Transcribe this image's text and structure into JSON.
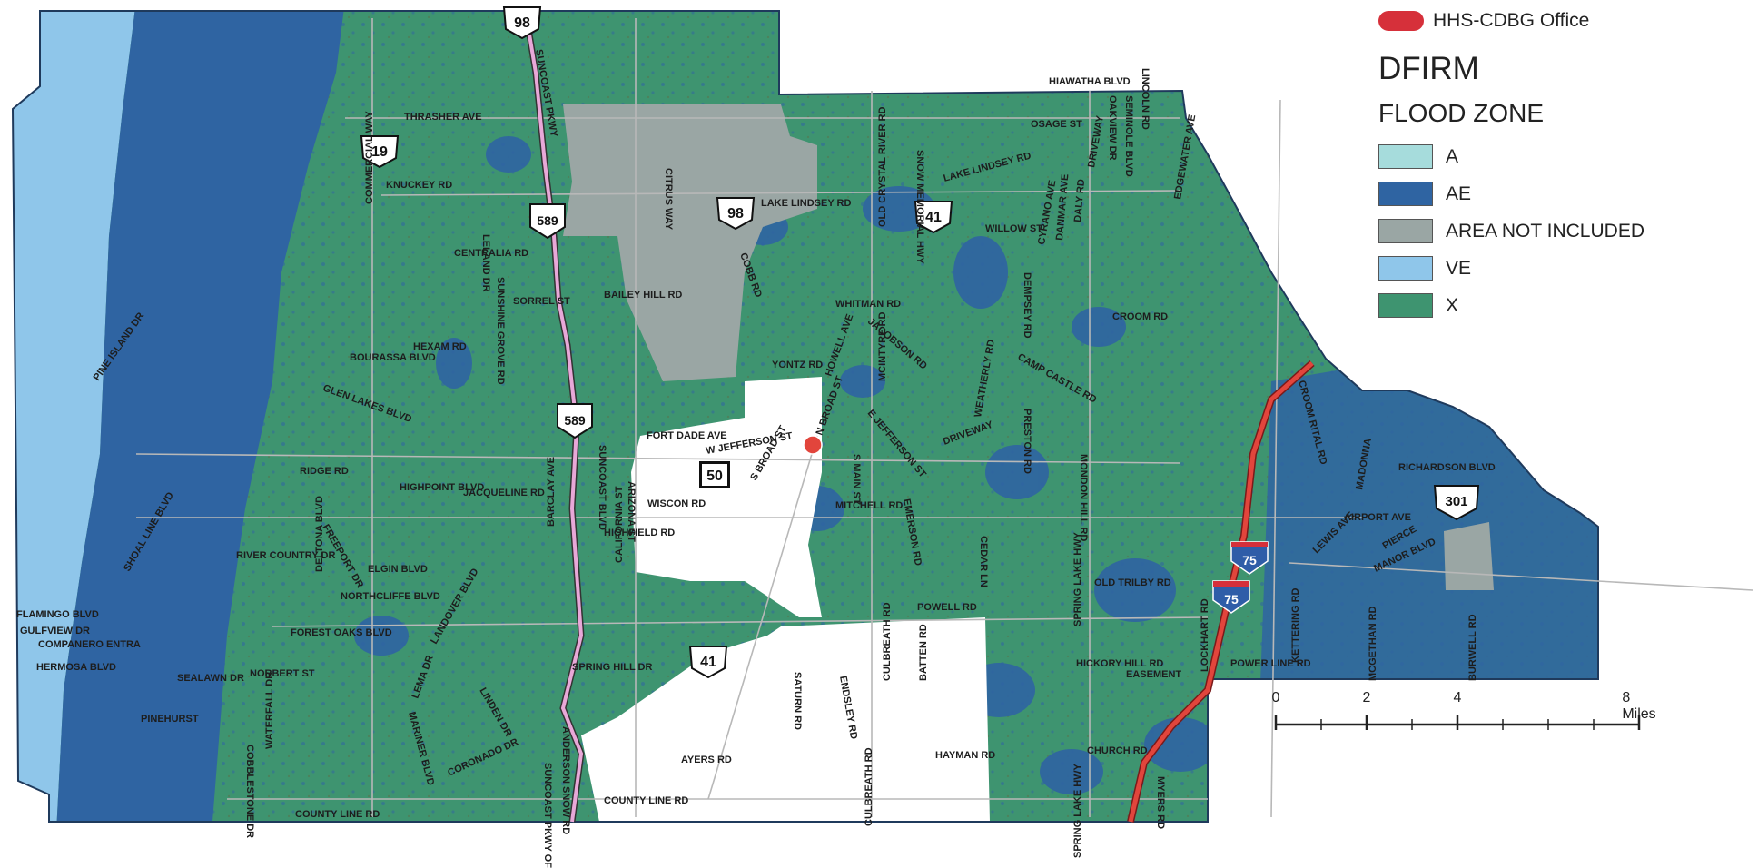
{
  "legend": {
    "office_label": "HHS-CDBG Office",
    "title": "DFIRM",
    "subtitle": "FLOOD ZONE",
    "zones": [
      {
        "label": "A",
        "color": "#a6dcdc"
      },
      {
        "label": "AE",
        "color": "#2f64a2"
      },
      {
        "label": "AREA NOT INCLUDED",
        "color": "#9aa6a4"
      },
      {
        "label": "VE",
        "color": "#8fc6ea"
      },
      {
        "label": "X",
        "color": "#3e9470"
      }
    ]
  },
  "scale_bar": {
    "ticks": [
      "0",
      "2",
      "4",
      "8 Miles"
    ]
  },
  "shields": {
    "us98_north": "98",
    "us98_mid": "98",
    "us19": "19",
    "sr589_north": "589",
    "sr589_south": "589",
    "us41_north": "41",
    "us41_south": "41",
    "sr50": "50",
    "us301": "301",
    "i75_north": "75",
    "i75_south": "75"
  },
  "roads": {
    "thrasher_ave": "THRASHER AVE",
    "knuckey_rd": "KNUCKEY RD",
    "centralia_rd": "CENTRALIA RD",
    "leland_dr": "LELAND DR",
    "commercial_way": "COMMERCIAL WAY",
    "sorrel_st": "SORREL ST",
    "bailey_hill_rd": "BAILEY HILL RD",
    "hexam_rd": "HEXAM RD",
    "sunshine_grove_rd": "SUNSHINE GROVE RD",
    "bourassa_blvd": "BOURASSA BLVD",
    "glen_lakes_blvd": "GLEN LAKES BLVD",
    "pine_island_dr": "PINE ISLAND DR",
    "ridge_rd": "RIDGE RD",
    "highpoint_blvd": "HIGHPOINT BLVD",
    "jacqueline_rd": "JACQUELINE RD",
    "wiscon_rd": "WISCON RD",
    "highfield_rd": "HIGHFIELD RD",
    "fort_dade_ave": "FORT DADE AVE",
    "w_jefferson_st": "W JEFFERSON ST",
    "s_broad_st": "S BROAD ST",
    "arizona_st": "ARIZONA ST",
    "suncoast_blvd": "SUNCOAST BLVD",
    "california_st": "CALIFORNIA ST",
    "barclay_ave": "BARCLAY AVE",
    "spring_hill_dr": "SPRING HILL DR",
    "river_country_dr": "RIVER COUNTRY DR",
    "freeport_dr": "FREEPORT DR",
    "elgin_blvd": "ELGIN BLVD",
    "northcliffe_blvd": "NORTHCLIFFE BLVD",
    "deltona_blvd": "DELTONA BLVD",
    "forest_oaks_blvd": "FOREST OAKS BLVD",
    "norbert_st": "NORBERT ST",
    "landover_blvd": "LANDOVER BLVD",
    "lema_dr": "LEMA DR",
    "mariner_blvd": "MARINER BLVD",
    "linden_dr": "LINDEN DR",
    "coronado_dr": "CORONADO DR",
    "county_line_rd": "COUNTY LINE RD",
    "cobblestone_dr": "COBBLESTONE DR",
    "waterfall_dr": "WATERFALL DR",
    "flamingo_blvd": "FLAMINGO BLVD",
    "gulfview_dr": "GULFVIEW DR",
    "companero_entra": "COMPANERO ENTRA",
    "hermosa_blvd": "HERMOSA BLVD",
    "sealawn_dr": "SEALAWN DR",
    "pinehurst": "PINEHURST",
    "shoal_line_blvd": "SHOAL LINE BLVD",
    "suncoast_pkwy": "SUNCOAST PKWY",
    "suncoast_off_ramp": "SUNCOAST PKWY OFF RAMP",
    "anderson_snow_rd": "ANDERSON SNOW RD",
    "county_line_rd_2": "COUNTY LINE RD",
    "ayers_rd": "AYERS RD",
    "saturn_rd": "SATURN RD",
    "endsley_rd": "ENDSLEY RD",
    "culbreath_rd": "CULBREATH RD",
    "batten_rd": "BATTEN RD",
    "hayman_rd": "HAYMAN RD",
    "powell_rd": "POWELL RD",
    "mitchell_rd": "MITCHELL RD",
    "cedar_ln": "CEDAR LN",
    "old_trilby_rd": "OLD TRILBY RD",
    "spring_lake_hwy": "SPRING LAKE HWY",
    "hickory_hill_rd": "HICKORY HILL RD",
    "easement": "EASEMENT",
    "church_rd": "CHURCH RD",
    "myers_rd": "MYERS RD",
    "lockhart_rd": "LOCKHART RD",
    "power_line_rd": "POWER LINE RD",
    "kettering_rd": "KETTERING RD",
    "mcgethan_rd": "MCGETHAN RD",
    "burwell_rd": "BURWELL RD",
    "richardson_blvd": "RICHARDSON BLVD",
    "airport_ave": "AIRPORT AVE",
    "manor_blvd": "MANOR BLVD",
    "madonna": "MADONNA",
    "croom_rital_rd": "CROOM RITAL RD",
    "croom_rd": "CROOM RD",
    "yontz_rd": "YONTZ RD",
    "lake_lindsey_rd": "LAKE LINDSEY RD",
    "lake_lindsey_rd_2": "LAKE LINDSEY RD",
    "citrus_way": "CITRUS WAY",
    "cobb_rd": "COBB RD",
    "whitman_rd": "WHITMAN RD",
    "old_crystal_river_rd": "OLD CRYSTAL RIVER RD",
    "snow_memorial_hwy": "SNOW MEMORIAL HWY",
    "jacobson_rd": "JACOBSON RD",
    "mcintyre_rd": "MCINTYRE RD",
    "n_broad_st": "N BROAD ST",
    "e_jefferson_st": "E JEFFERSON ST",
    "howell_ave": "HOWELL AVE",
    "driveway": "DRIVEWAY",
    "weatherly_rd": "WEATHERLY RD",
    "preston_rd": "PRESTON RD",
    "mondon_hill_rd": "MONDON HILL RD",
    "camp_castle_rd": "CAMP CASTLE RD",
    "dempsey_rd": "DEMPSEY RD",
    "cyrano_ave": "CYRANO AVE",
    "danmar_ave": "DANMAR AVE",
    "willow_st": "WILLOW ST",
    "osage_st": "OSAGE ST",
    "daly_rd": "DALY RD",
    "hiawatha_blvd": "HIAWATHA BLVD",
    "seminole_blvd": "SEMINOLE BLVD",
    "oakview_dr": "OAKVIEW DR",
    "driveway_2": "DRIVEWAY",
    "lincoln_rd": "LINCOLN RD",
    "edgewater_ave": "EDGEWATER AVE",
    "s_main_st": "S MAIN ST",
    "emerson_rd": "EMERSON RD",
    "lewis_ave": "LEWIS AVE",
    "pierce": "PIERCE",
    "culbreath_rd_2": "CULBREATH RD",
    "spring_lake_hwy_2": "SPRING LAKE HWY"
  }
}
